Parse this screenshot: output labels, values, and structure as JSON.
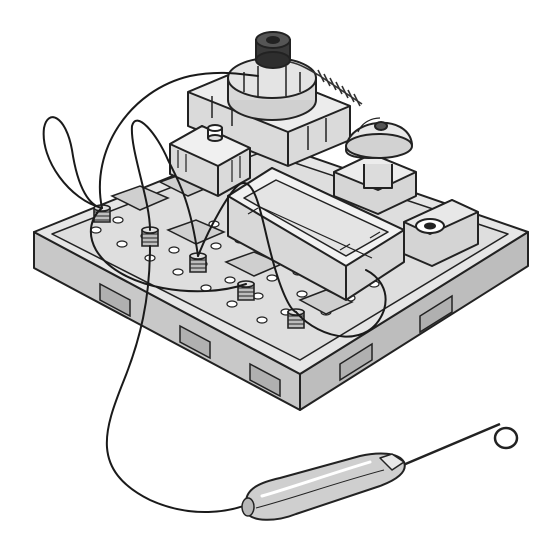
{
  "illustration": {
    "components": [
      "motor-with-fan",
      "lamp-socket",
      "battery-holder",
      "buzzer-bell",
      "motor-mount-base",
      "test-probe"
    ],
    "colors": {
      "outline": "#222222",
      "panel_fill": "#d6d6d6",
      "panel_top": "#e8e8e8",
      "shadow": "#b8b8b8",
      "motor_cap": "#3a3a3a",
      "spring": "#555555",
      "wire": "#1a1a1a",
      "probe_handle": "#c8c8c8"
    }
  }
}
